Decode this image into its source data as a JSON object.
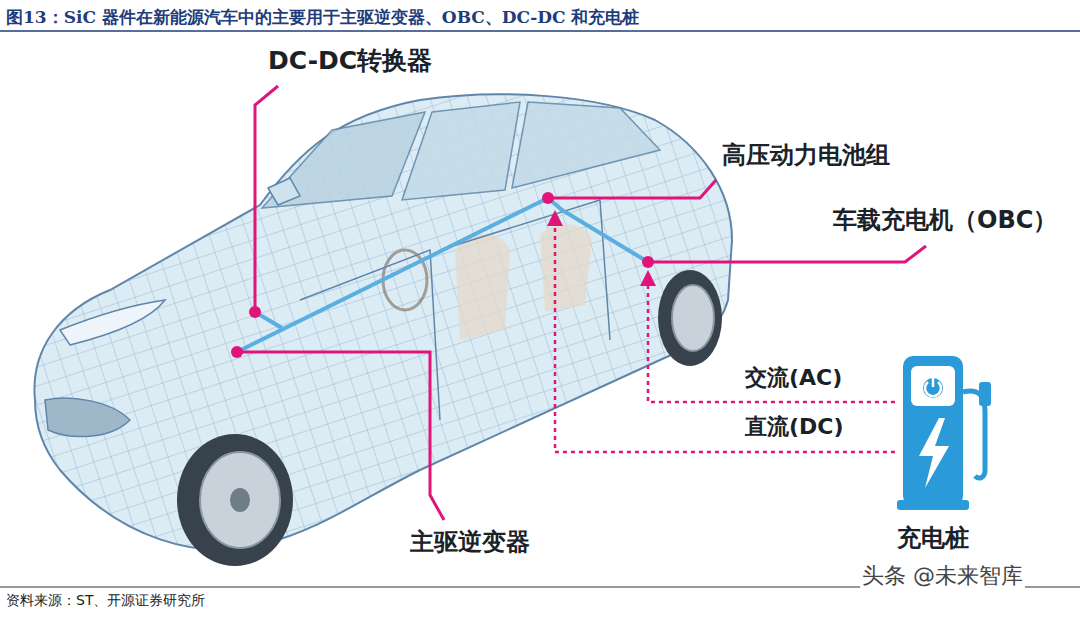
{
  "diagram": {
    "title": "图13：SiC 器件在新能源汽车中的主要用于主驱逆变器、OBC、DC-DC 和充电桩",
    "caption": "资料来源：ST、开源证券研究所",
    "nodes": [
      {
        "text": [
          "充电桩"
        ]
      }
    ],
    "labels": [
      "DC-DC转换器",
      "高压动力电池组",
      "车载充电机（OBC）",
      "交流(AC)",
      "直流(DC)",
      "主驱逆变器",
      "头条 @未来智库"
    ]
  }
}
